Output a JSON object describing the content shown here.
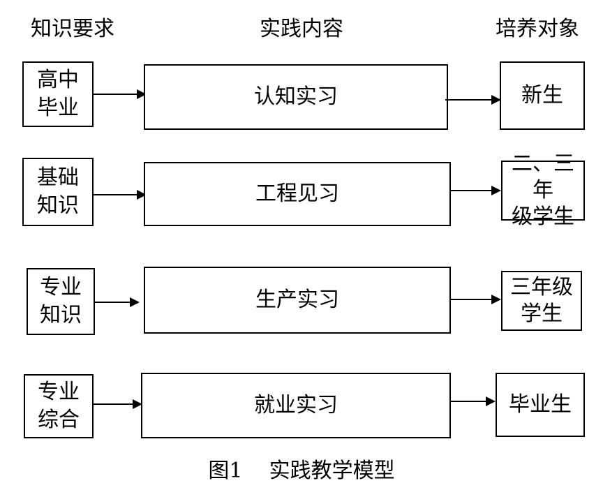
{
  "headers": {
    "left": "知识要求",
    "middle": "实践内容",
    "right": "培养对象"
  },
  "rows": [
    {
      "requirement": [
        "高中",
        "毕业"
      ],
      "content": "认知实习",
      "target": [
        "新生"
      ]
    },
    {
      "requirement": [
        "基础",
        "知识"
      ],
      "content": "工程见习",
      "target": [
        "二、三年",
        "级学生"
      ]
    },
    {
      "requirement": [
        "专业",
        "知识"
      ],
      "content": "生产实习",
      "target": [
        "三年级",
        "学生"
      ]
    },
    {
      "requirement": [
        "专业",
        "综合"
      ],
      "content": "就业实习",
      "target": [
        "毕业生"
      ]
    }
  ],
  "caption": "图1    实践教学模型"
}
